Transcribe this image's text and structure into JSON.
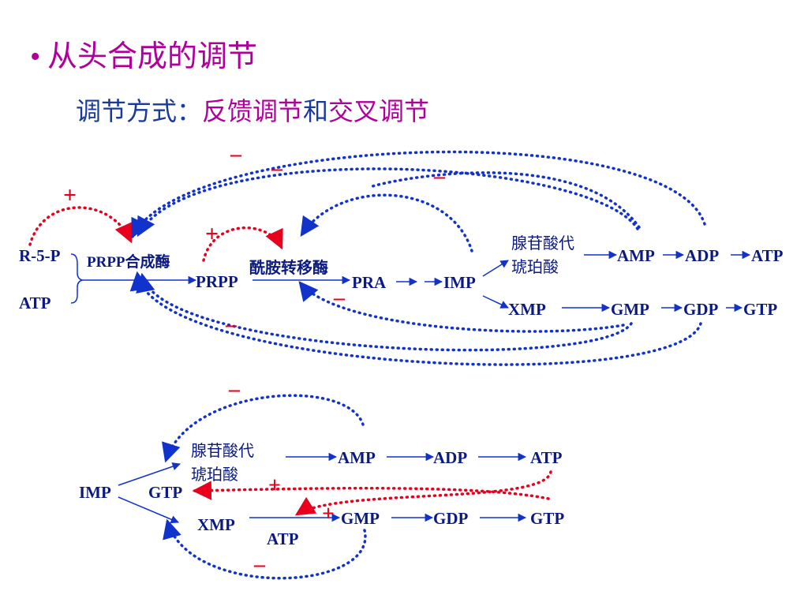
{
  "colors": {
    "blue": "#1133cc",
    "red": "#e8001c",
    "navy": "#0a1a80",
    "magenta": "#b0009b",
    "purple": "#8b0a8b"
  },
  "title": {
    "bullet": "•",
    "text": "从头合成的调节"
  },
  "subtitle": {
    "prefix": "调节方式：",
    "highlight1": "反馈调节",
    "middle": "和",
    "highlight2": "交叉调节"
  },
  "top_diagram": {
    "r5p": "R-5-P",
    "atp_in": "ATP",
    "enzyme1": "PRPP合成酶",
    "prpp": "PRPP",
    "enzyme2": "酰胺转移酶",
    "pra": "PRA",
    "imp": "IMP",
    "adenylosuccinate_line1": "腺苷酸代",
    "adenylosuccinate_line2": "琥珀酸",
    "amp": "AMP",
    "adp": "ADP",
    "atp": "ATP",
    "xmp": "XMP",
    "gmp": "GMP",
    "gdp": "GDP",
    "gtp": "GTP",
    "plus": "+",
    "minus": "–"
  },
  "bottom_diagram": {
    "imp": "IMP",
    "gtp_cofactor": "GTP",
    "adenylosuccinate_line1": "腺苷酸代",
    "adenylosuccinate_line2": "琥珀酸",
    "amp": "AMP",
    "adp": "ADP",
    "atp": "ATP",
    "xmp": "XMP",
    "atp_cofactor": "ATP",
    "gmp": "GMP",
    "gdp": "GDP",
    "gtp": "GTP",
    "plus": "+",
    "minus": "–"
  }
}
